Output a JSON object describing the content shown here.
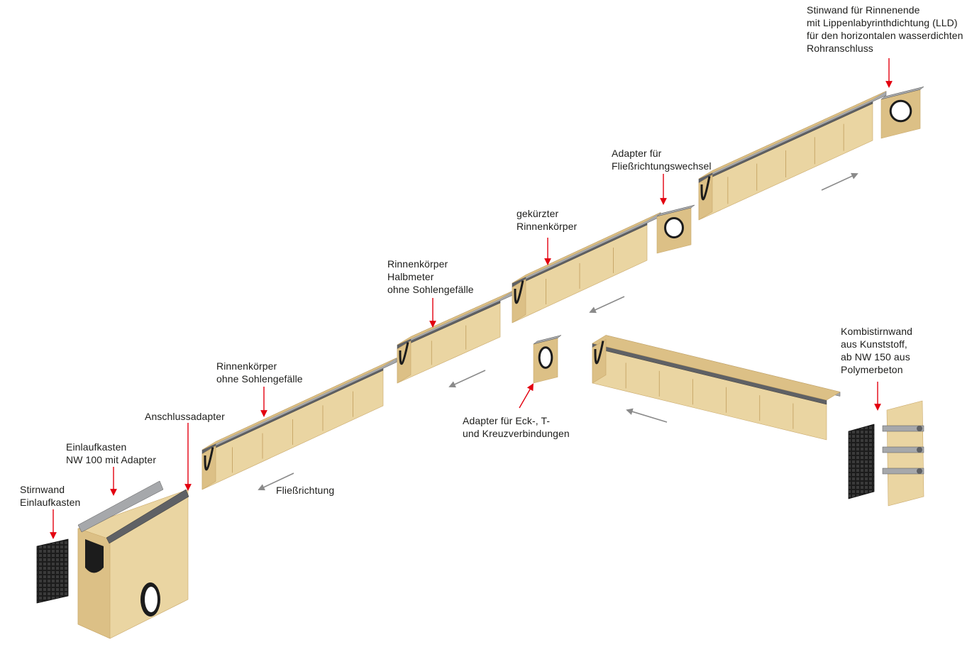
{
  "colors": {
    "concrete": "#ead5a2",
    "concrete_shade": "#dcc086",
    "concrete_dark": "#c9a86a",
    "steel": "#a6a8ab",
    "steel_dark": "#5f6165",
    "black": "#1c1c1c",
    "arrow_red": "#e3000f",
    "flow_arrow": "#8a8a8a",
    "text": "#1d1d1b"
  },
  "labels": {
    "stirnwand_einlaufkasten": [
      "Stirnwand",
      "Einlaufkasten"
    ],
    "einlaufkasten": [
      "Einlaufkasten",
      "NW 100 mit Adapter"
    ],
    "anschlussadapter": [
      "Anschlussadapter"
    ],
    "rinnenkoerper_ohne": [
      "Rinnenkörper",
      "ohne Sohlengefälle"
    ],
    "fliessrichtung": [
      "Fließrichtung"
    ],
    "halbmeter": [
      "Rinnenkörper",
      "Halbmeter",
      "ohne Sohlengefälle"
    ],
    "adapter_eck": [
      "Adapter für Eck-, T-",
      "und Kreuzverbindungen"
    ],
    "gekuerzter": [
      "gekürzter",
      "Rinnenkörper"
    ],
    "adapter_fliessrichtung": [
      "Adapter für",
      "Fließrichtungswechsel"
    ],
    "stinwand_rinnenende": [
      "Stinwand für Rinnenende",
      "mit Lippenlabyrinthdichtung (LLD)",
      "für den horizontalen wasserdichten",
      "Rohranschluss"
    ],
    "kombistirnwand": [
      "Kombistirnwand",
      "aus Kunststoff,",
      "ab NW 150 aus",
      "Polymerbeton"
    ]
  }
}
